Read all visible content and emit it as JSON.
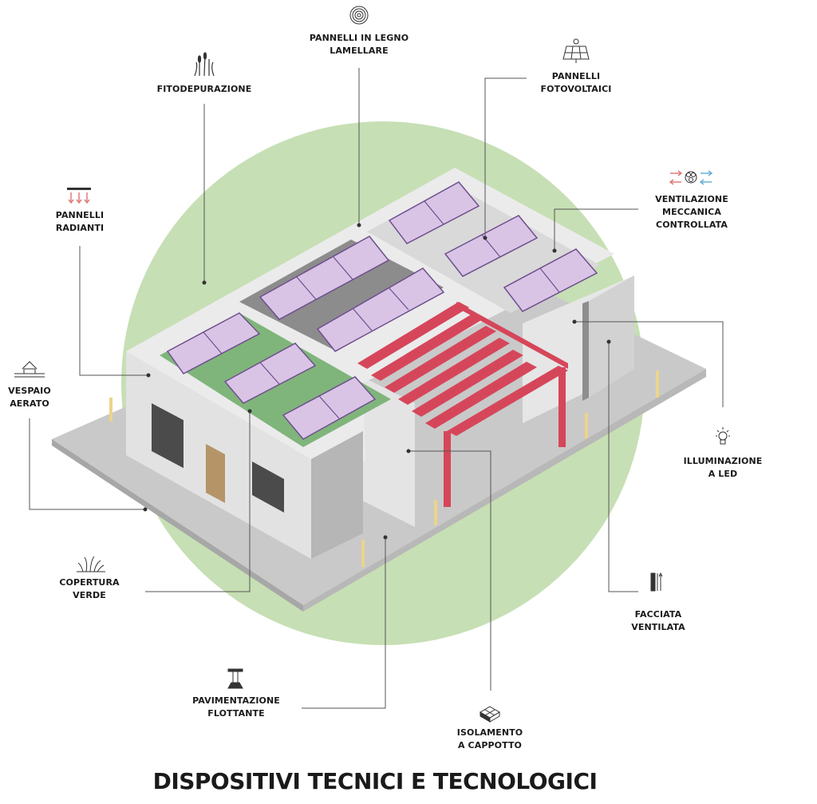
{
  "title": "DISPOSITIVI TECNICI E TECNOLOGICI",
  "colors": {
    "background_circle": "#c6dfb4",
    "frame": "#e8e8e8",
    "wall_shadow": "#b9b9b9",
    "platform": "#c8c8c8",
    "green_roof": "#7fb57a",
    "solar_panel": "#d9c4e6",
    "solar_frame": "#6f4f8e",
    "pergola": "#d6465a",
    "wood_door": "#b59468",
    "window": "#4b4b4b",
    "pillar": "#ecd48a"
  },
  "labels": {
    "legno": [
      "PANNELLI IN LEGNO",
      "LAMELLARE"
    ],
    "fito": [
      "FITODEPURAZIONE"
    ],
    "fotovoltaici": [
      "PANNELLI",
      "FOTOVOLTAICI"
    ],
    "radianti": [
      "PANNELLI",
      "RADIANTI"
    ],
    "ventilazione": [
      "VENTILAZIONE",
      "MECCANICA",
      "CONTROLLATA"
    ],
    "vespaio": [
      "VESPAIO",
      "AERATO"
    ],
    "led": [
      "ILLUMINAZIONE",
      "A LED"
    ],
    "copertura": [
      "COPERTURA",
      "VERDE"
    ],
    "facciata": [
      "FACCIATA",
      "VENTILATA"
    ],
    "pavimentazione": [
      "PAVIMENTAZIONE",
      "FLOTTANTE"
    ],
    "isolamento": [
      "ISOLAMENTO",
      "A CAPPOTTO"
    ]
  },
  "icons": {
    "legno": "wood-rings-icon",
    "fito": "reeds-icon",
    "fotovoltaici": "solar-panel-icon",
    "radianti": "radiant-panel-icon",
    "ventilazione": "ventilation-fan-icon",
    "vespaio": "house-foundation-icon",
    "led": "light-bulb-icon",
    "copertura": "grass-icon",
    "facciata": "ventilated-facade-icon",
    "pavimentazione": "floor-pedestal-icon",
    "isolamento": "insulation-block-icon"
  }
}
